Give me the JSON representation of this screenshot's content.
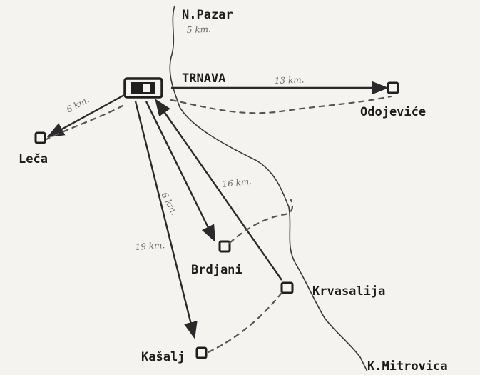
{
  "colors": {
    "paper": "#f4f3ef",
    "ink": "#1d1d1d",
    "faint_ink": "#6b6b6b"
  },
  "places": {
    "npazar": "N.Pazar",
    "trnava": "TRNAVA",
    "odojevice": "Odojeviće",
    "leca": "Leča",
    "brdjani": "Brdjani",
    "krvasalija": "Krvasalija",
    "kasalj": "Kašalj",
    "kmitrovica": "K.Mitrovica"
  },
  "distances": {
    "npazar": "5 km.",
    "odojevice": "13 km.",
    "leca": "6 km.",
    "brdjani": "6 km.",
    "krvasalija": "16 km.",
    "kasalj": "19 km."
  },
  "icons": {
    "town": "square-town-icon",
    "hq": "hq-rectangle-icon"
  }
}
